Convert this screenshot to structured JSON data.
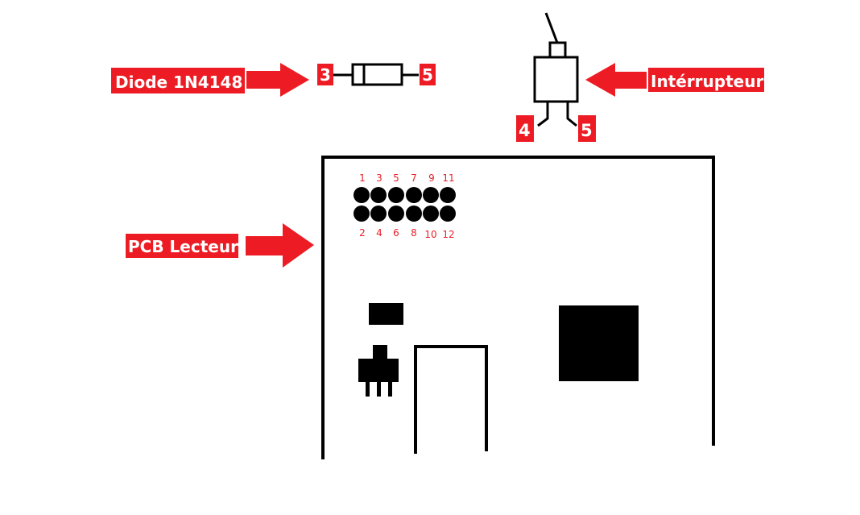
{
  "colors": {
    "accent": "#ed1c24",
    "ink": "#000000",
    "background": "#ffffff"
  },
  "diode": {
    "label": "Diode 1N4148",
    "pin_left": "3",
    "pin_right": "5"
  },
  "switch": {
    "label": "Intérrupteur",
    "pin_left": "4",
    "pin_right": "5"
  },
  "pcb": {
    "label": "PCB Lecteur",
    "header_pins_top": [
      "1",
      "3",
      "5",
      "7",
      "9",
      "11"
    ],
    "header_pins_bottom": [
      "2",
      "4",
      "6",
      "8",
      "10",
      "12"
    ]
  }
}
